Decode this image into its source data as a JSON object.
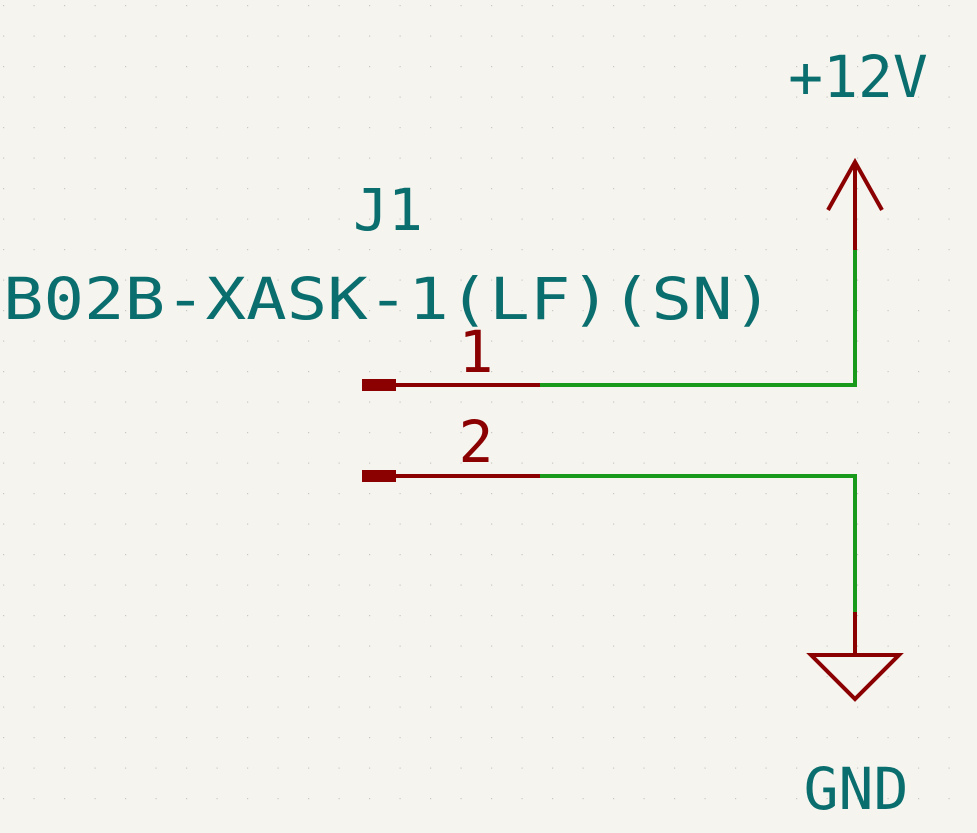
{
  "schematic": {
    "component": {
      "reference": "J1",
      "value": "B02B-XASK-1(LF)(SN)",
      "pins": [
        {
          "number": "1"
        },
        {
          "number": "2"
        }
      ]
    },
    "power_symbols": {
      "vcc": {
        "label": "+12V"
      },
      "ground": {
        "label": "GND"
      }
    },
    "colors": {
      "background": "#f5f4ef",
      "grid_dot": "#c9c8c0",
      "label_text": "#0b6e6e",
      "pin": "#8b0000",
      "wire": "#1a9a1a"
    }
  }
}
